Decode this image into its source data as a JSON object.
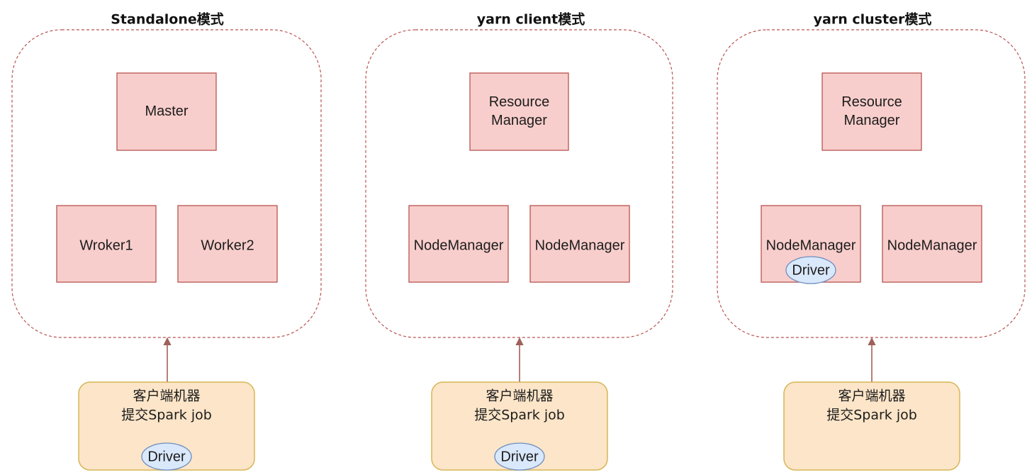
{
  "colors": {
    "node_fill": "#f8cecc",
    "node_stroke": "#b85450",
    "client_fill": "#fce5c8",
    "client_stroke": "#d6b656",
    "driver_fill": "#dae8fc",
    "driver_stroke": "#6c8ebf",
    "group_border": "#b85450",
    "arrow": "#a0605a"
  },
  "panels": [
    {
      "title": "Standalone模式",
      "top_node": [
        "Master"
      ],
      "workers": [
        {
          "label": "Wroker1",
          "has_driver": false
        },
        {
          "label": "Worker2",
          "has_driver": false
        }
      ],
      "client": {
        "lines": [
          "客户端机器",
          "提交Spark job"
        ],
        "has_driver": true
      }
    },
    {
      "title": "yarn client模式",
      "top_node": [
        "Resource",
        "Manager"
      ],
      "workers": [
        {
          "label": "NodeManager",
          "has_driver": false
        },
        {
          "label": "NodeManager",
          "has_driver": false
        }
      ],
      "client": {
        "lines": [
          "客户端机器",
          "提交Spark job"
        ],
        "has_driver": true
      }
    },
    {
      "title": "yarn cluster模式",
      "top_node": [
        "Resource",
        "Manager"
      ],
      "workers": [
        {
          "label": "NodeManager",
          "has_driver": true
        },
        {
          "label": "NodeManager",
          "has_driver": false
        }
      ],
      "client": {
        "lines": [
          "客户端机器",
          "提交Spark job"
        ],
        "has_driver": false
      }
    }
  ],
  "driver_label": "Driver"
}
